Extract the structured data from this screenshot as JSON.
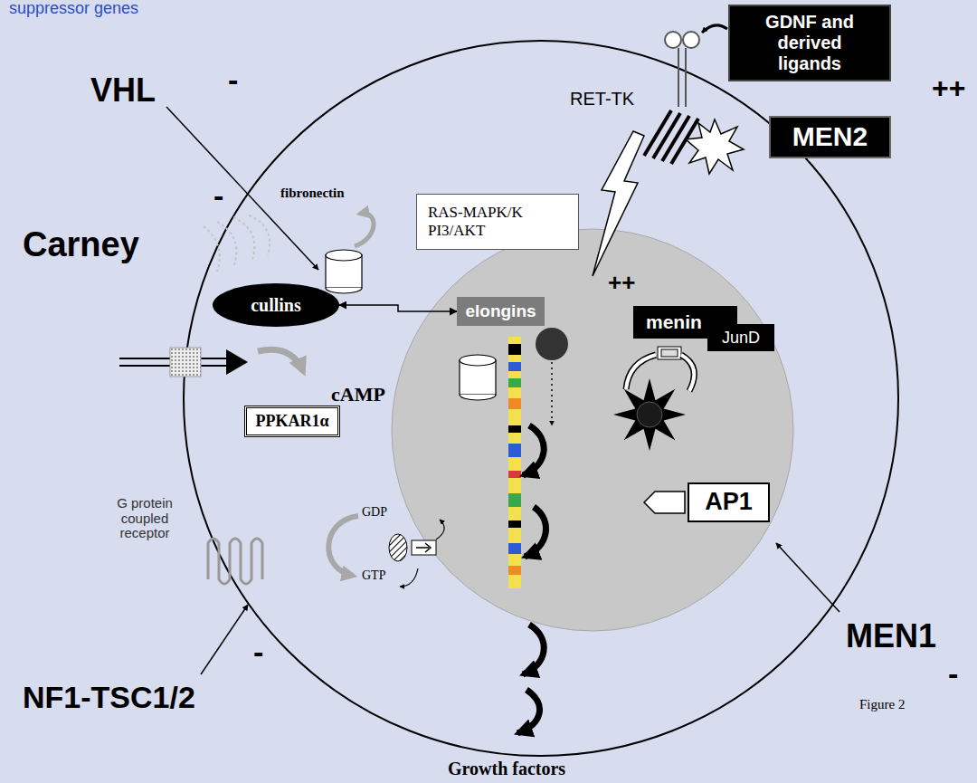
{
  "diagram": {
    "nodes": [
      {
        "text": [
          "GDNF and derived ligands"
        ]
      },
      {
        "text": [
          "MEN2"
        ]
      },
      {
        "text": [
          "RAS-MAPK/K PI3/AKT"
        ]
      },
      {
        "text": [
          "cullins"
        ]
      },
      {
        "text": [
          "elongins"
        ]
      },
      {
        "text": [
          "menin"
        ]
      },
      {
        "text": [
          "JunD"
        ]
      },
      {
        "text": [
          "PPKAR1α"
        ]
      },
      {
        "text": [
          "AP1"
        ]
      }
    ],
    "edges": [
      {
        "from": 3,
        "to": 4,
        "arrow": "both"
      }
    ],
    "labels": [
      "suppressor genes",
      "VHL",
      "-",
      "fibronectin",
      "RET-TK",
      "++",
      "Carney",
      "-",
      "cAMP",
      "++",
      "G protein coupled receptor",
      "GDP",
      "GTP",
      "-",
      "NF1-TSC1/2",
      "MEN1",
      "-",
      "Growth factors",
      "Figure 2"
    ]
  }
}
